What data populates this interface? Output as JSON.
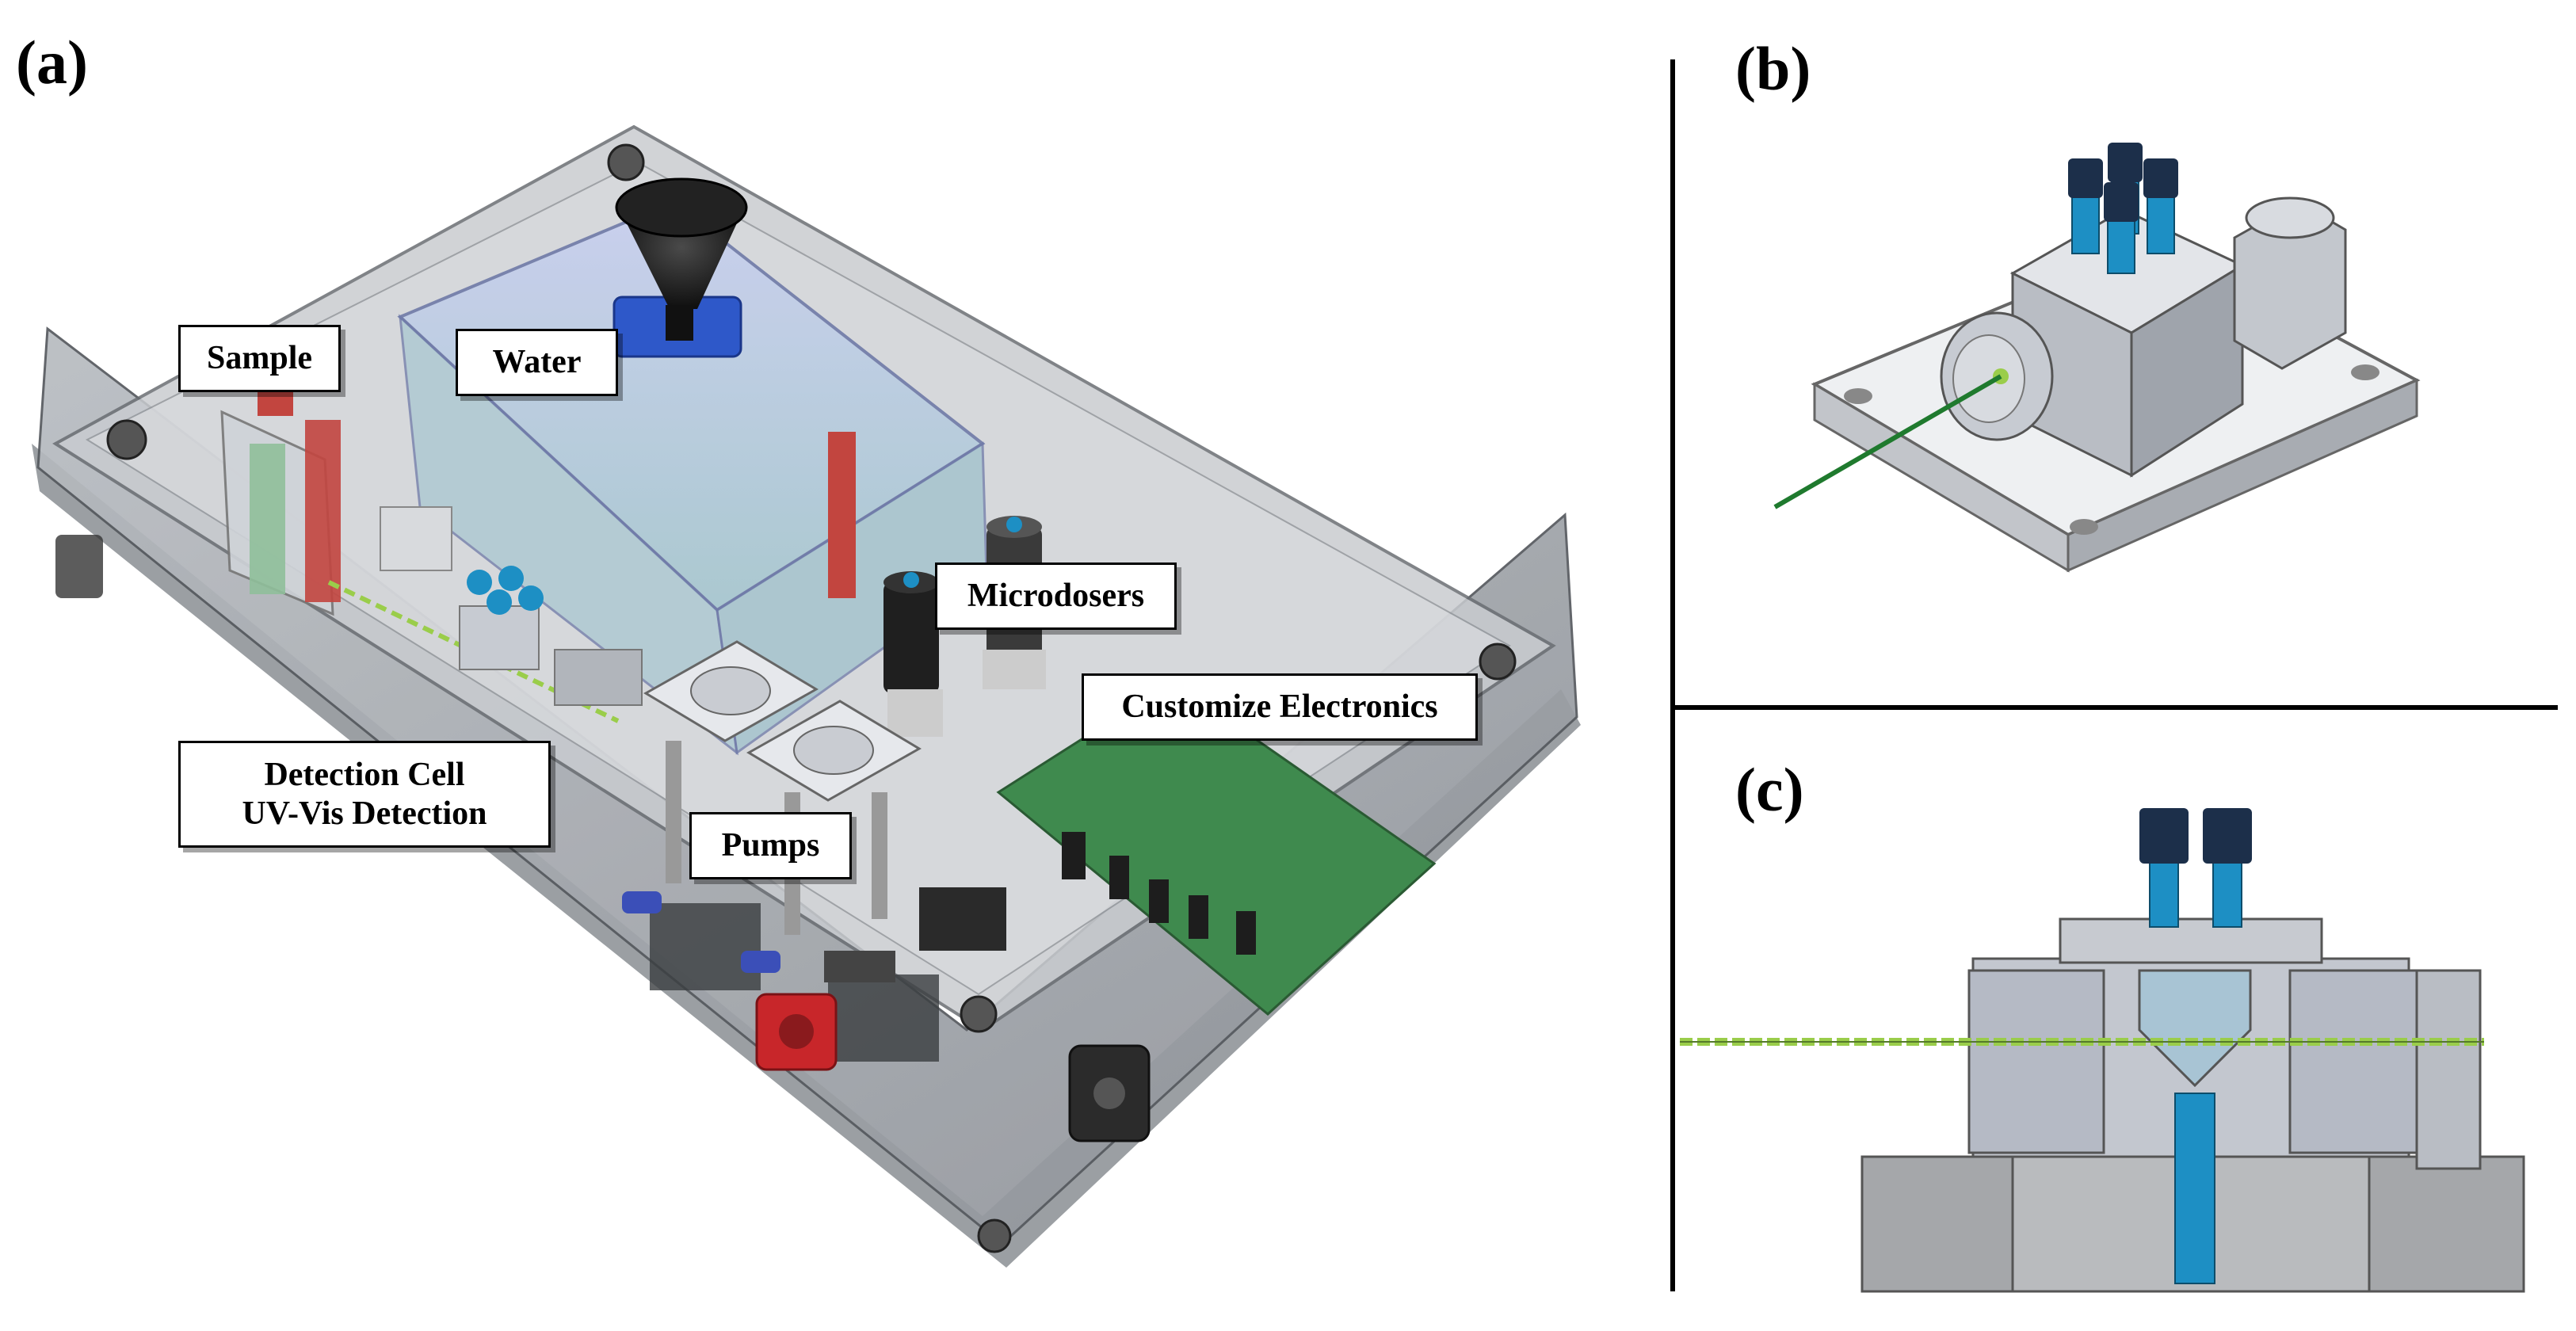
{
  "panels": {
    "a": "(a)",
    "b": "(b)",
    "c": "(c)"
  },
  "labels": {
    "sample": "Sample",
    "water": "Water",
    "microdosers": "Microdosers",
    "customize_electronics": "Customize Electronics",
    "detection_cell_line1": "Detection Cell",
    "detection_cell_line2": "UV-Vis Detection",
    "pumps": "Pumps"
  },
  "colors": {
    "enclosure": "#9ea3a8",
    "water_tank": "#b9c3ea",
    "sample_red": "#c2453f",
    "sample_green": "#8fbf9a",
    "pcb_green": "#3f8a4e",
    "blue_part": "#2e58c9",
    "fitting_blue": "#1d8fc4",
    "optical_path": "#9acd4a",
    "laser_green": "#1f7a2e",
    "red_connector": "#c8262a",
    "metal": "#c7cbd2"
  }
}
